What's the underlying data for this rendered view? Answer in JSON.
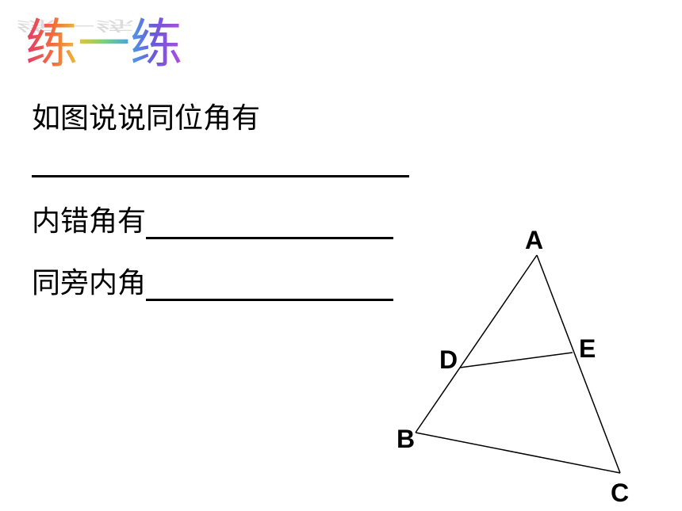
{
  "title": "练一练",
  "questions": {
    "corresponding": "如图说说同位角有",
    "alternate": "内错角有",
    "co_interior": "同旁内角"
  },
  "diagram": {
    "points": [
      "A",
      "B",
      "C",
      "D",
      "E"
    ],
    "segments": [
      "AB",
      "AC",
      "BC",
      "DE"
    ]
  }
}
